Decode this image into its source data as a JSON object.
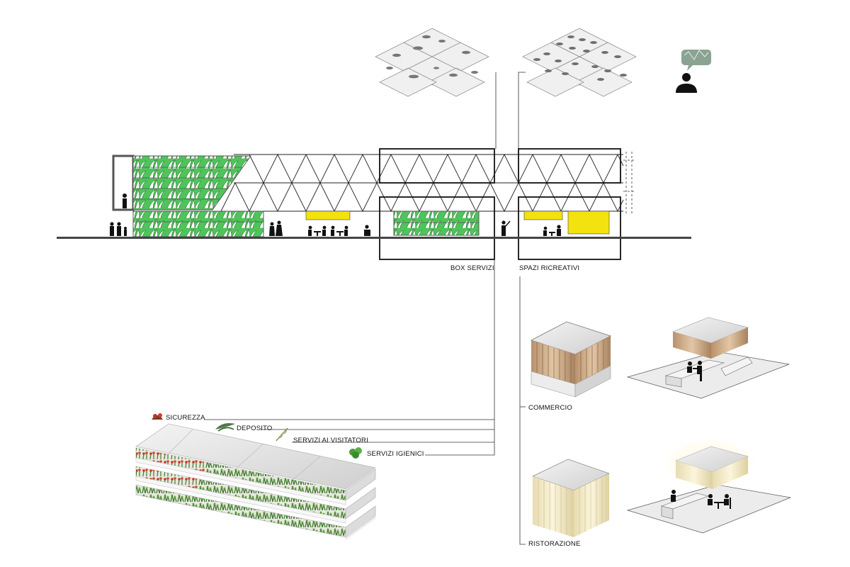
{
  "labels": {
    "box_servizi": "BOX SERVIZI",
    "spazi_ricreativi": "SPAZI RICREATIVI",
    "commercio": "COMMERCIO",
    "ristorazione": "RISTORAZIONE"
  },
  "services": [
    {
      "label": "SICUREZZA",
      "icon": "red-plant-icon"
    },
    {
      "label": "DEPOSITO",
      "icon": "fern-plant-icon"
    },
    {
      "label": "SERVIZI AI VISITATORI",
      "icon": "olive-sprig-icon"
    },
    {
      "label": "SERVIZI IGIENICI",
      "icon": "basil-plant-icon"
    }
  ],
  "colors": {
    "green_wall": "#4ec45a",
    "yellow_panel": "#f2e20e",
    "wood_cladding": "#d4b291",
    "cream_curtain": "#f1e8c4",
    "frame": "#111111"
  },
  "icons": [
    "person-icon",
    "speech-bubble-icon"
  ]
}
